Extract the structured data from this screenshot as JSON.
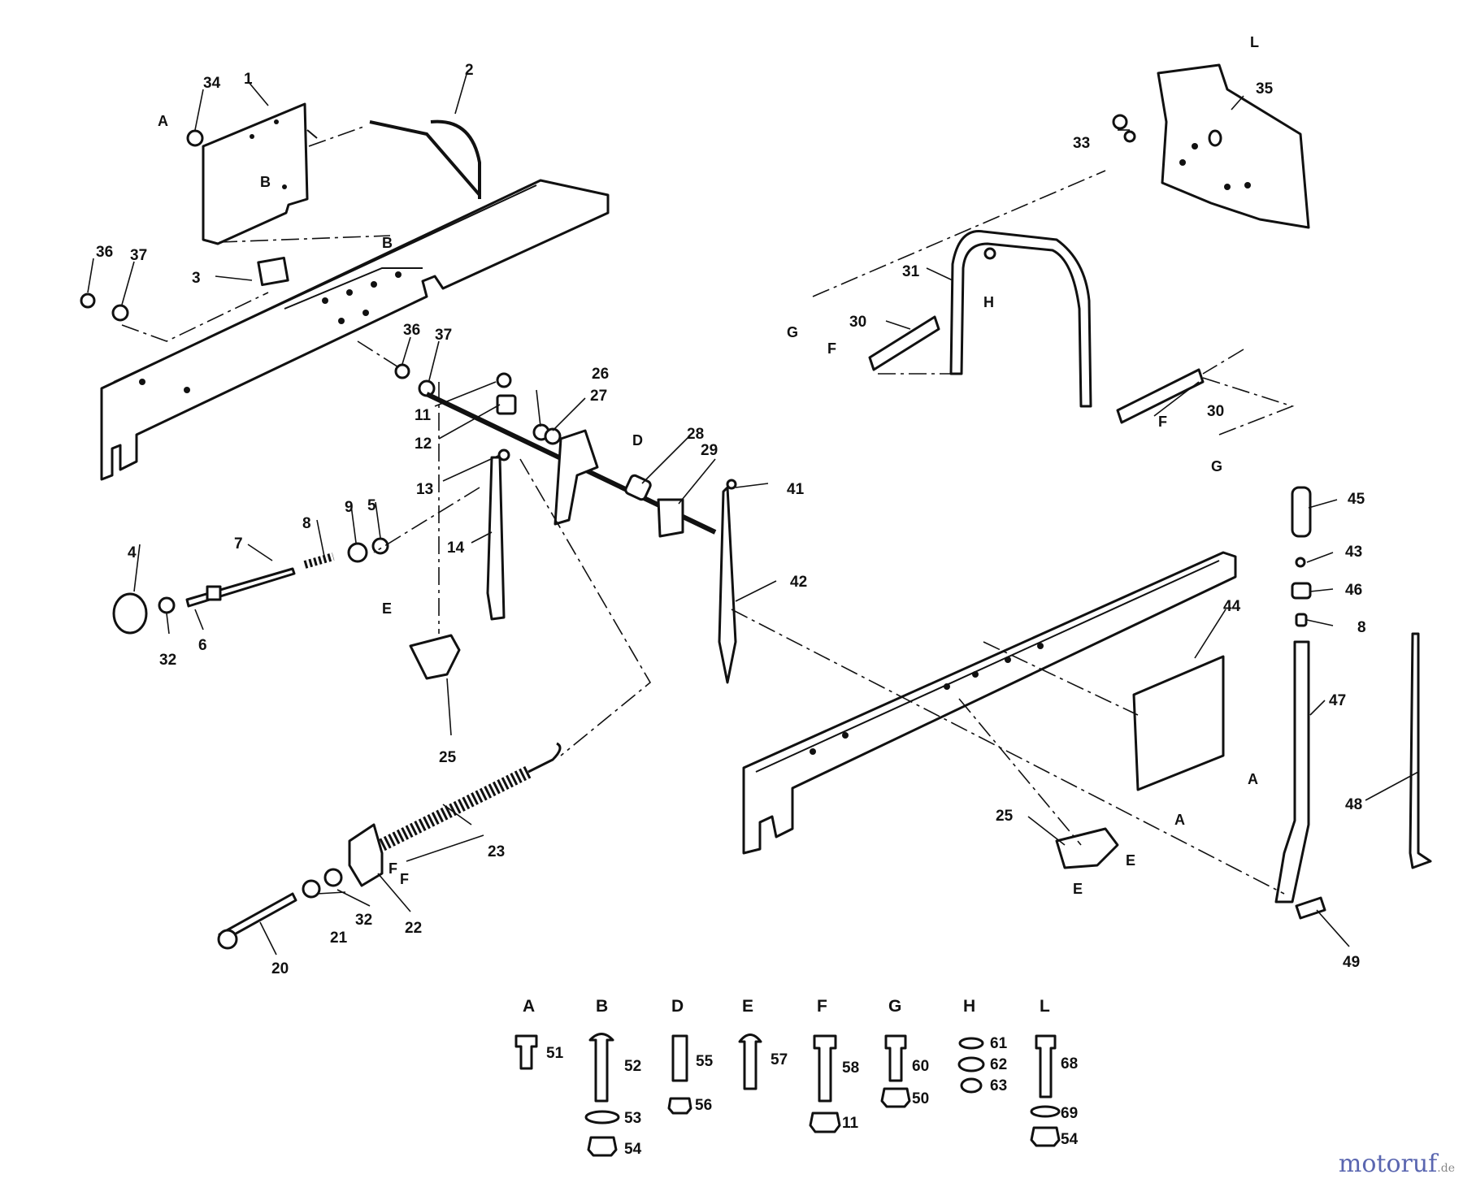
{
  "callouts": {
    "c1": "1",
    "c2": "2",
    "c3": "3",
    "c4": "4",
    "c5": "5",
    "c6": "6",
    "c7": "7",
    "c8a": "8",
    "c8b": "8",
    "c9": "9",
    "c11": "11",
    "c12": "12",
    "c13": "13",
    "c14": "14",
    "c20": "20",
    "c21": "21",
    "c22": "22",
    "c23": "23",
    "c25a": "25",
    "c25b": "25",
    "c26": "26",
    "c27": "27",
    "c28": "28",
    "c29": "29",
    "c30a": "30",
    "c30b": "30",
    "c31": "31",
    "c32a": "32",
    "c32b": "32",
    "c33": "33",
    "c34": "34",
    "c35": "35",
    "c36a": "36",
    "c36b": "36",
    "c37a": "37",
    "c37b": "37",
    "c41": "41",
    "c42": "42",
    "c43": "43",
    "c44": "44",
    "c45": "45",
    "c46": "46",
    "c47": "47",
    "c48": "48",
    "c49": "49"
  },
  "ref_letters": {
    "a1": "A",
    "a2": "A",
    "a3": "A",
    "b1": "B",
    "b2": "B",
    "d1": "D",
    "e1": "E",
    "e2": "E",
    "e3": "E",
    "f1": "F",
    "f2": "F",
    "f3": "F",
    "f4": "F",
    "f5": "F",
    "g1": "G",
    "g2": "G",
    "h1": "H",
    "l1": "L"
  },
  "hardware_key": [
    {
      "letter": "A",
      "parts": [
        "51"
      ]
    },
    {
      "letter": "B",
      "parts": [
        "52",
        "53",
        "54"
      ]
    },
    {
      "letter": "D",
      "parts": [
        "55",
        "56"
      ]
    },
    {
      "letter": "E",
      "parts": [
        "57"
      ]
    },
    {
      "letter": "F",
      "parts": [
        "58",
        "11"
      ]
    },
    {
      "letter": "G",
      "parts": [
        "60",
        "50"
      ]
    },
    {
      "letter": "H",
      "parts": [
        "61",
        "62",
        "63"
      ]
    },
    {
      "letter": "L",
      "parts": [
        "68",
        "69",
        "54"
      ]
    }
  ],
  "watermark": {
    "brand": "motoruf",
    "suffix": ".de"
  }
}
